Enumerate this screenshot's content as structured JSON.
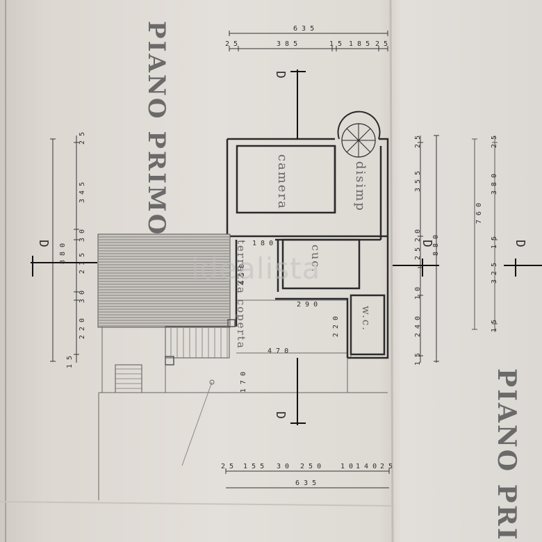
{
  "titles": {
    "left": "PIANO PRIMO",
    "right": "PIANO PRI"
  },
  "section_marks": {
    "top": "D",
    "bottom": "D",
    "left": "D",
    "right": "D",
    "far_right": "D"
  },
  "rooms": {
    "camera": "camera",
    "disimp": "disimp",
    "cucina": "cuc.",
    "wc": "w.c.",
    "terrazza": "terrazza coperta"
  },
  "dimensions": {
    "top_total": "6 3 5",
    "top_parts": [
      "2 5",
      "3 8 5",
      "1 5",
      "1 8 5",
      "2 5"
    ],
    "bottom_total": "6 3 5",
    "bottom_parts": [
      "2 5",
      "1 5 5",
      "3 0",
      "2 5 0",
      "1 0",
      "1 4 0",
      "2 5"
    ],
    "left_total": "8 8 0",
    "left_parts": [
      "2 5",
      "3 4 5",
      "3 0",
      "2 1 5",
      "3 0",
      "2 2 0",
      "1 5"
    ],
    "right_total": "8 8 0",
    "right_parts": [
      "2 5",
      "3 5 5",
      "2 0",
      "2 5",
      "1 0",
      "2 4 0",
      "1 5"
    ],
    "far_right_total": "7 6 0",
    "far_right_parts": [
      "2 5",
      "3 8 0",
      "1 5",
      "3 2 5",
      "1 5"
    ],
    "inner_180": "1 8 0",
    "inner_290": "2 9 0",
    "inner_220": "2 2 0",
    "inner_450": "4 5 0",
    "inner_470": "4 7 0",
    "inner_170": "1 7 0"
  },
  "watermark": "idealista"
}
